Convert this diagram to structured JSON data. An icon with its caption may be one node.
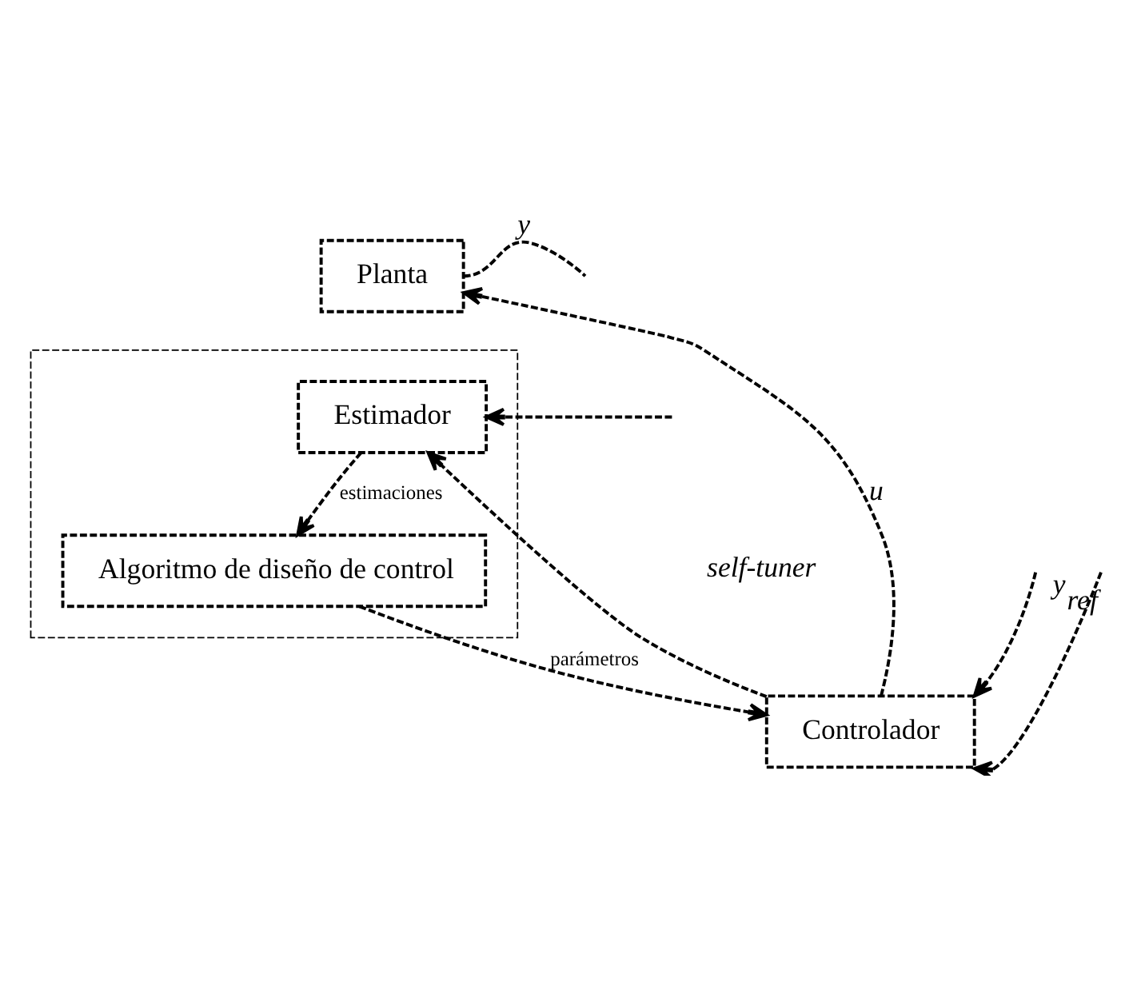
{
  "diagram": {
    "nodes": [
      {
        "text": [
          "Planta"
        ]
      },
      {
        "text": [],
        "shape": "box"
      },
      {
        "text": [
          "Estimador"
        ],
        "in": 1
      },
      {
        "text": [
          "Algoritmo de diseño de control"
        ],
        "in": 1
      },
      {
        "text": [
          "Controlador"
        ]
      }
    ],
    "edges": [
      {
        "from": 4,
        "to": 0,
        "arrow": "to",
        "label": "u"
      },
      {
        "from": 4,
        "to": 2,
        "arrow": "to"
      },
      {
        "from": 0,
        "to": null,
        "arrow": "none",
        "label": "y"
      },
      {
        "from": null,
        "to": 2,
        "arrow": "to"
      },
      {
        "from": 2,
        "to": 3,
        "arrow": "to",
        "label": "estimaciones"
      },
      {
        "from": 3,
        "to": 4,
        "arrow": "to",
        "label": "parámetros"
      },
      {
        "from": null,
        "to": 4,
        "arrow": "to"
      },
      {
        "from": null,
        "to": 4,
        "arrow": "to",
        "label": "y$_{ref}$"
      }
    ],
    "labels": [
      "self-tuner"
    ]
  }
}
